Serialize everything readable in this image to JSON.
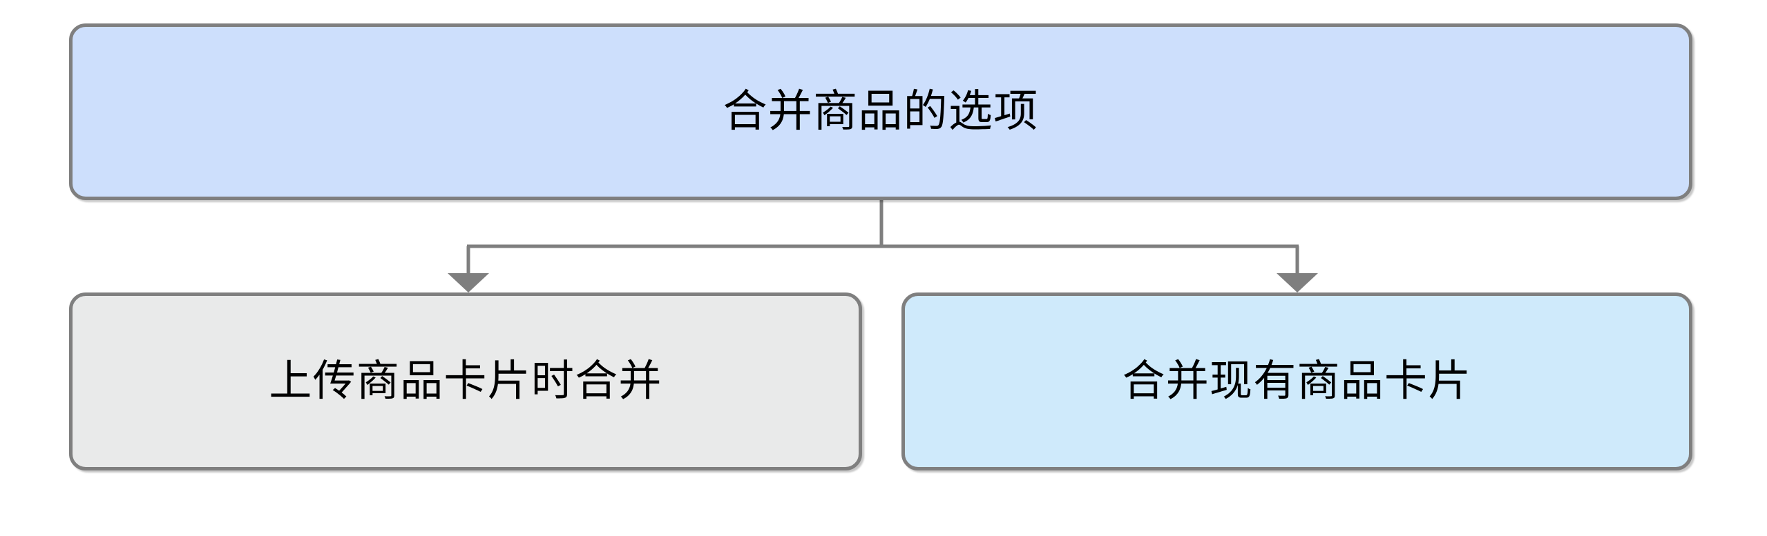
{
  "diagram": {
    "type": "flowchart",
    "orientation": "top-down",
    "title_node": {
      "id": "root",
      "label": "合并商品的选项",
      "fill_color": "#cddffc",
      "border_color": "#7f7f7f"
    },
    "children": [
      {
        "id": "child-1",
        "label": "上传商品卡片时合并",
        "fill_color": "#e9eaea",
        "border_color": "#7f7f7f"
      },
      {
        "id": "child-2",
        "label": "合并现有商品卡片",
        "fill_color": "#cfeafb",
        "border_color": "#7f7f7f"
      }
    ],
    "connectors": {
      "line_color": "#7f7f7f",
      "arrow_color": "#7f7f7f",
      "style": "orthogonal-elbow-with-arrowheads",
      "count": 2
    }
  }
}
